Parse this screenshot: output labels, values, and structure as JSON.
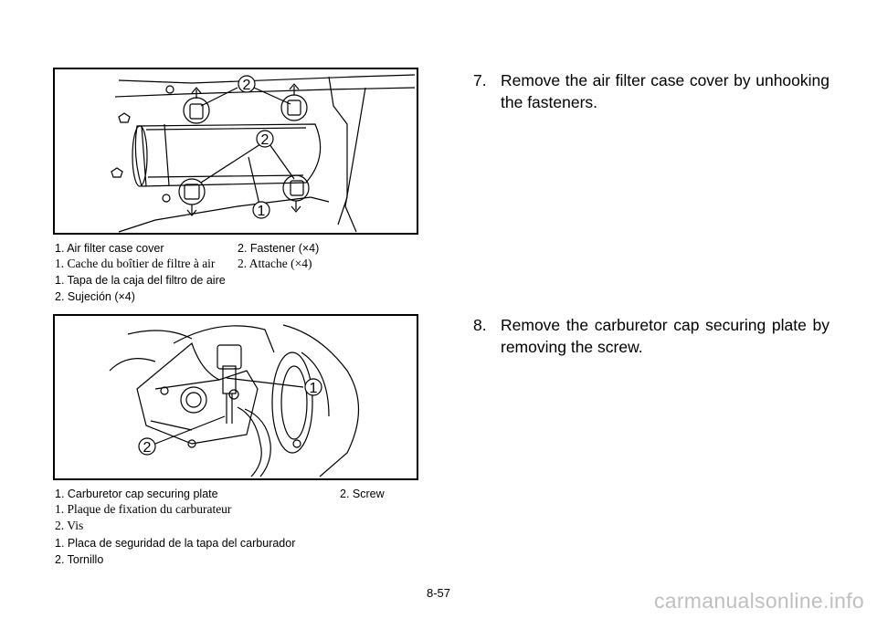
{
  "figure1": {
    "callouts": [
      "2",
      "2",
      "1"
    ],
    "captions": {
      "en": [
        "1.  Air filter case cover",
        "2.  Fastener (×4)"
      ],
      "fr": [
        "1.  Cache du boîtier de filtre à air",
        "2.  Attache (×4)"
      ],
      "es": [
        "1.  Tapa de la caja del filtro de aire",
        "2.  Sujeción (×4)"
      ]
    }
  },
  "figure2": {
    "callouts": [
      "1",
      "2"
    ],
    "captions": {
      "en": [
        "1.  Carburetor cap securing plate",
        "2.  Screw"
      ],
      "fr": [
        "1.  Plaque de fixation du carburateur",
        "2.  Vis"
      ],
      "es": [
        "1.  Placa de seguridad de la tapa del carburador",
        "2.  Tornillo"
      ]
    }
  },
  "steps": [
    {
      "number": "7.",
      "text": "Remove the air filter case cover by unhooking the fasteners."
    },
    {
      "number": "8.",
      "text": "Remove the carburetor cap securing plate by removing the screw."
    }
  ],
  "page_number": "8-57",
  "watermark": "carmanualsonline.info"
}
